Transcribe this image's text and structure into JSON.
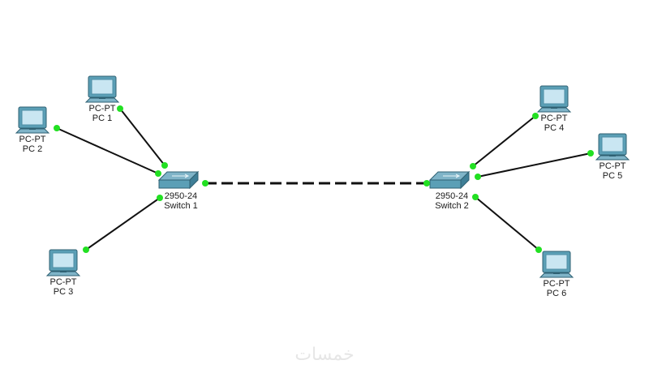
{
  "topology": {
    "devices": [
      {
        "id": "pc1",
        "type": "pc",
        "model": "PC-PT",
        "name": "PC 1"
      },
      {
        "id": "pc2",
        "type": "pc",
        "model": "PC-PT",
        "name": "PC 2"
      },
      {
        "id": "pc3",
        "type": "pc",
        "model": "PC-PT",
        "name": "PC 3"
      },
      {
        "id": "pc4",
        "type": "pc",
        "model": "PC-PT",
        "name": "PC 4"
      },
      {
        "id": "pc5",
        "type": "pc",
        "model": "PC-PT",
        "name": "PC 5"
      },
      {
        "id": "pc6",
        "type": "pc",
        "model": "PC-PT",
        "name": "PC 6"
      },
      {
        "id": "sw1",
        "type": "switch",
        "model": "2950-24",
        "name": "Switch 1"
      },
      {
        "id": "sw2",
        "type": "switch",
        "model": "2950-24",
        "name": "Switch 2"
      }
    ],
    "links": [
      {
        "from": "pc1",
        "to": "sw1",
        "style": "straight-through",
        "status": "up"
      },
      {
        "from": "pc2",
        "to": "sw1",
        "style": "straight-through",
        "status": "up"
      },
      {
        "from": "pc3",
        "to": "sw1",
        "style": "straight-through",
        "status": "up"
      },
      {
        "from": "sw1",
        "to": "sw2",
        "style": "crossover",
        "status": "up"
      },
      {
        "from": "pc4",
        "to": "sw2",
        "style": "straight-through",
        "status": "up"
      },
      {
        "from": "pc5",
        "to": "sw2",
        "style": "straight-through",
        "status": "up"
      },
      {
        "from": "pc6",
        "to": "sw2",
        "style": "straight-through",
        "status": "up"
      }
    ]
  },
  "watermark": "خمسات",
  "colors": {
    "background": "#ffffff",
    "cable": "#111111",
    "link_up": "#22e022",
    "device_body": "#5b9fb6",
    "device_screen": "#c9e6f2",
    "switch_top": "#7fb4c8",
    "switch_side": "#3f7f97"
  }
}
